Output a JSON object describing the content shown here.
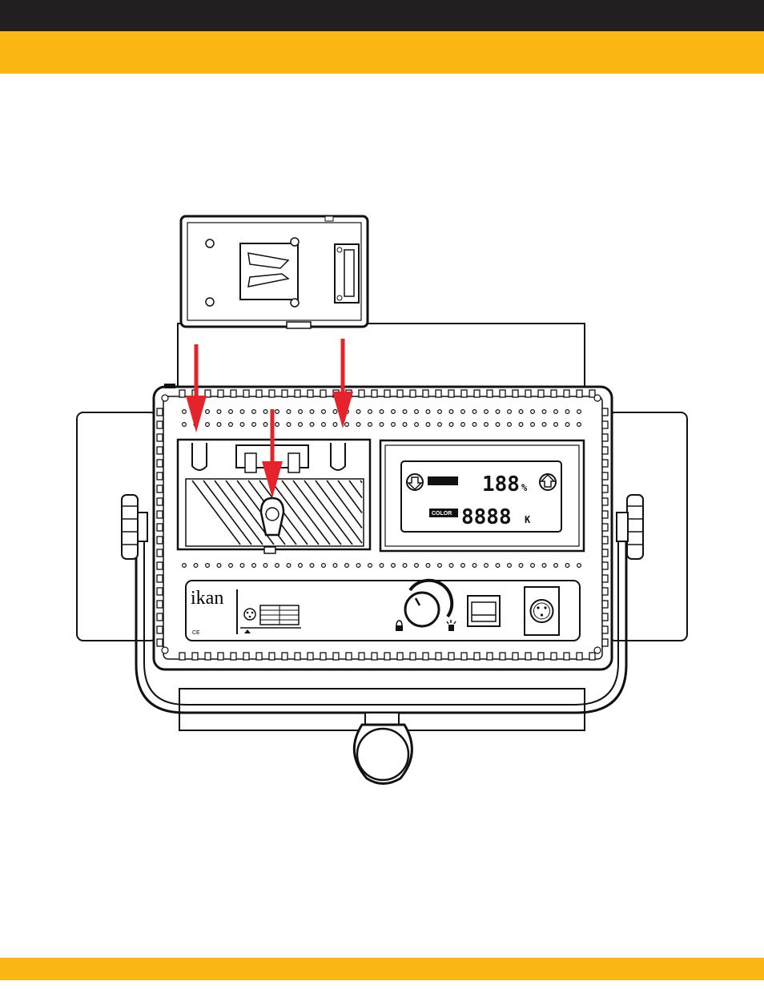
{
  "colors": {
    "top_bar": "#231f20",
    "accent_bar": "#fbb713",
    "arrow": "#e5232b",
    "line": "#111111"
  },
  "brand": {
    "logo_text": "ikan",
    "ce_mark": "CE"
  },
  "lcd": {
    "row1_label": "",
    "row1_value": "188",
    "row1_unit": "%",
    "row2_label": "COLOR",
    "row2_value": "8888",
    "row2_unit": "K"
  },
  "icons": [
    "battery-plate-icon",
    "arrow-down-icon",
    "knob-icon",
    "lock-icon",
    "lamp-icon",
    "power-switch-icon",
    "xlr-connector-icon"
  ]
}
